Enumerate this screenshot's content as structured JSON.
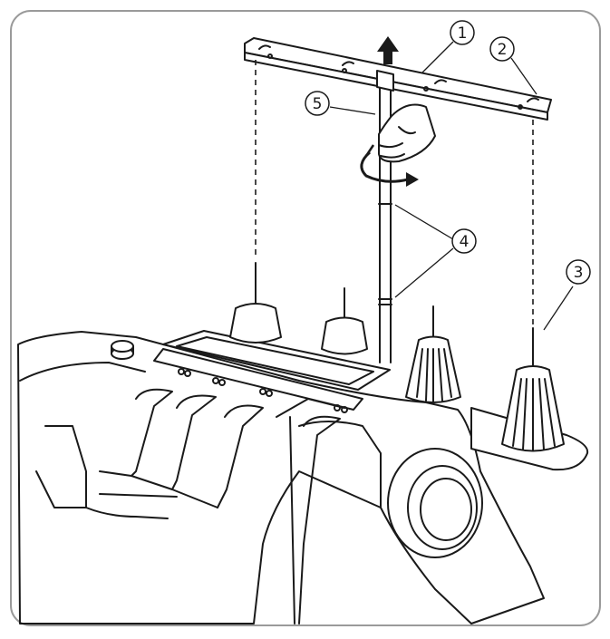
{
  "callouts": [
    {
      "number": "1",
      "label": "1"
    },
    {
      "number": "2",
      "label": "2"
    },
    {
      "number": "3",
      "label": "3"
    },
    {
      "number": "4",
      "label": "4"
    },
    {
      "number": "5",
      "label": "5"
    }
  ],
  "colors": {
    "line": "#1a1a1a",
    "border": "#9a9a9a",
    "background": "#ffffff"
  },
  "icons": [
    "up-arrow-icon",
    "rotation-arrow-icon",
    "hand-icon"
  ]
}
